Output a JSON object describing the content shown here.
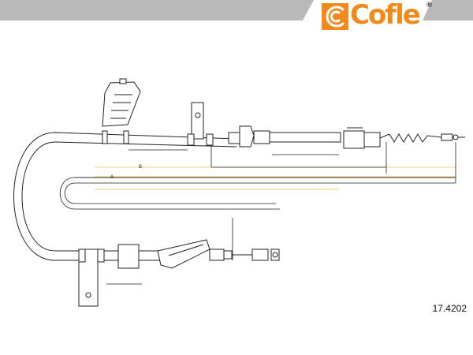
{
  "brand": {
    "name": "Cofle",
    "registered_mark": "®",
    "color": "#f08a1c"
  },
  "part_number": "17.4202",
  "dimension_labels": {
    "a": "A",
    "b": "B"
  },
  "colors": {
    "line": "#222222",
    "dimension": "#f2c14e",
    "banner": "#b9b9b9"
  }
}
